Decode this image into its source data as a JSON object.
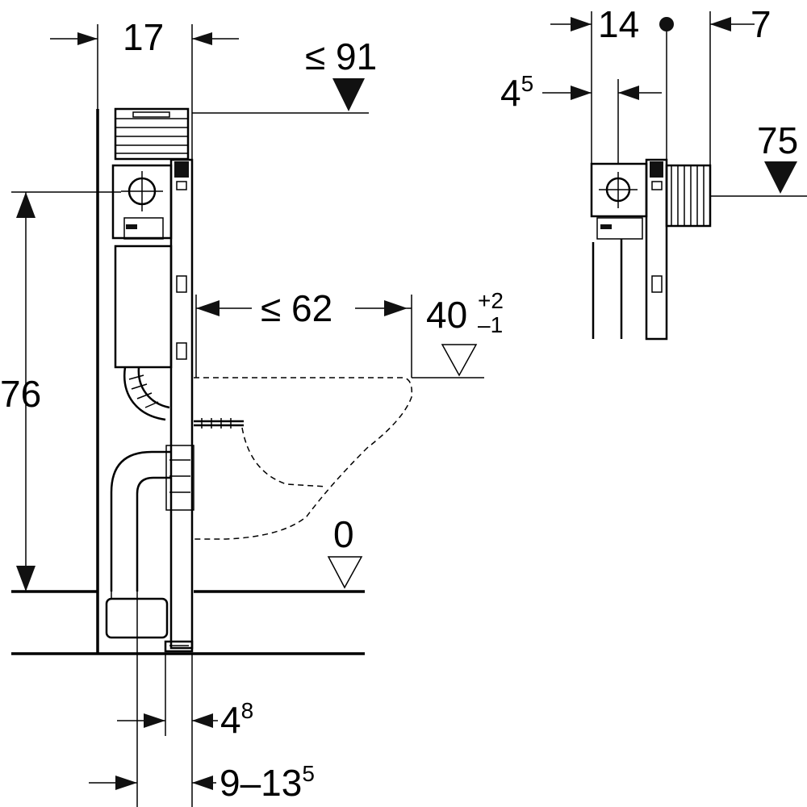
{
  "dimensions": {
    "top_width": {
      "value": "17"
    },
    "top_height": {
      "prefix": "≤",
      "value": "91"
    },
    "height_left": {
      "value": "76"
    },
    "bowl_depth": {
      "prefix": "≤",
      "value": "62"
    },
    "seat_height": {
      "value": "40",
      "tol_plus": "+2",
      "tol_minus": "–1"
    },
    "floor_level": {
      "value": "0"
    },
    "pipe_offset": {
      "base": "4",
      "exp": "8"
    },
    "foot_depth": {
      "base": "9–13",
      "exp": "5"
    },
    "side_width": {
      "value": "14"
    },
    "side_right": {
      "value": "7"
    },
    "side_inner": {
      "base": "4",
      "exp": "5"
    },
    "side_height": {
      "value": "75"
    }
  },
  "colors": {
    "line": "#000000",
    "background": "#ffffff",
    "fill": "#e6e6e6"
  }
}
